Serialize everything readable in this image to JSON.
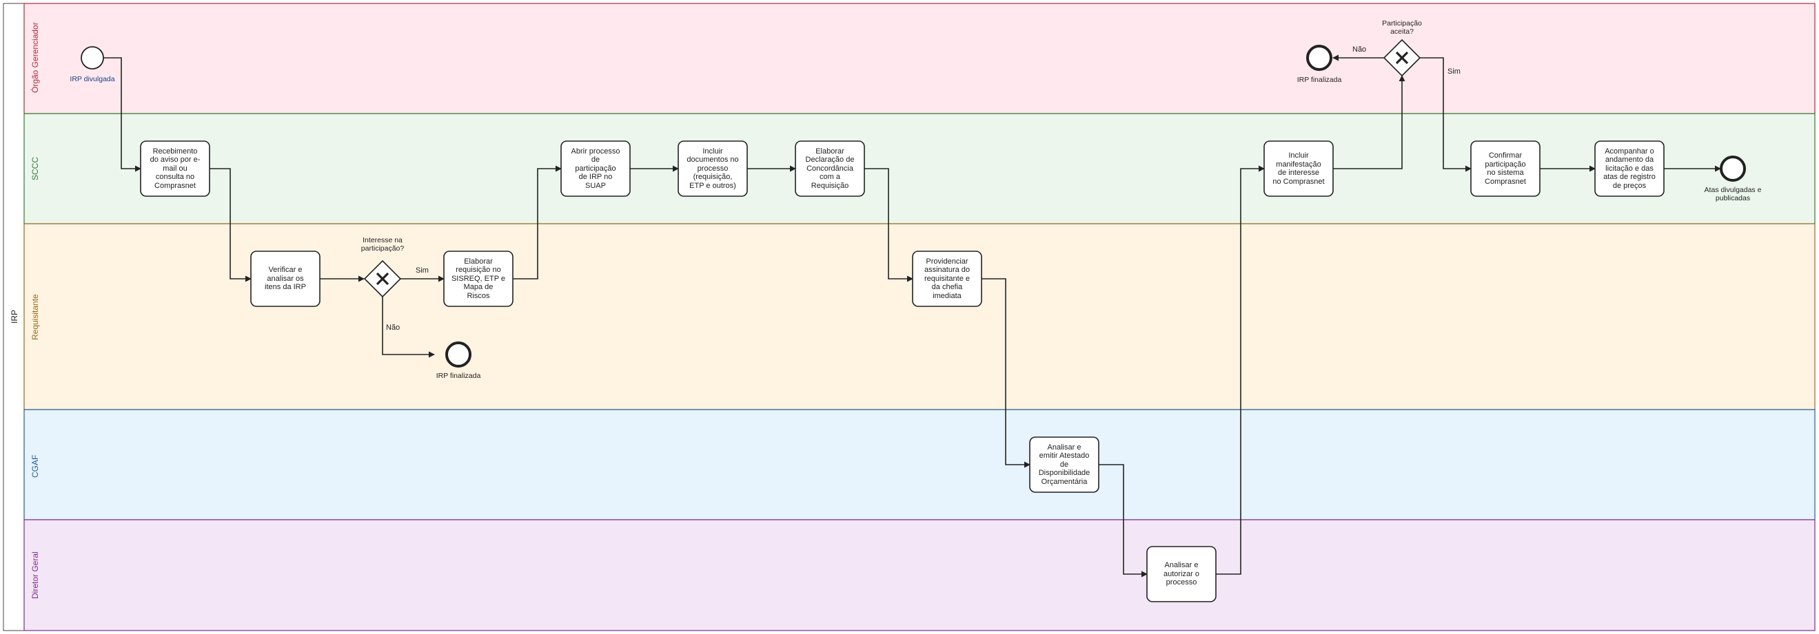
{
  "pool": {
    "name": "IRP"
  },
  "lanes": {
    "orgao": "Órgão Gerenciador",
    "sccc": "SCCC",
    "requisitante": "Requisitante",
    "cgaf": "CGAF",
    "diretor": "Diretor Geral"
  },
  "colors": {
    "orgao": "#ffe9ee",
    "orgao_text": "#b02a3c",
    "sccc": "#ecf6ec",
    "sccc_text": "#2e7d32",
    "requisitante": "#fff3e2",
    "requisitante_text": "#9a6a1e",
    "cgaf": "#e7f3fd",
    "cgaf_text": "#1f5e95",
    "diretor": "#f3e6f6",
    "diretor_text": "#7b2d8e"
  },
  "events": {
    "start": "IRP divulgada",
    "end_orgao": "IRP finalizada",
    "end_requisitante": "IRP finalizada",
    "end_final": "Atas divulgadas e\npublicadas"
  },
  "gateways": {
    "interesse": "Interesse na\nparticipação?",
    "participacao": "Participação\naceita?"
  },
  "flows": {
    "sim1": "Sim",
    "nao1": "Não",
    "sim2": "Sim",
    "nao2": "Não"
  },
  "tasks": {
    "t1": "Recebimento\ndo aviso por e-\nmail ou\nconsulta no\nComprasnet",
    "t2": "Verificar e\nanalisar os\nitens da IRP",
    "t3": "Elaborar\nrequisição no\nSISREQ, ETP e\nMapa de\nRiscos",
    "t4": "Abrir processo\nde\nparticipação\nde IRP no\nSUAP",
    "t5": "Incluir\ndocumentos no\nprocesso\n(requisição,\nETP e outros)",
    "t6": "Elaborar\nDeclaração de\nConcordância\ncom a\nRequisição",
    "t7": "Providenciar\nassinatura do\nrequisitante e\nda chefia\nimediata",
    "t8": "Analisar e\nemitir Atestado\nde\nDisponibilidade\nOrçamentária",
    "t9": "Analisar e\nautorizar o\nprocesso",
    "t10": "Incluir\nmanifestação\nde interesse\nno Comprasnet",
    "t11": "Confirmar\nparticipação\nno sistema\nComprasnet",
    "t12": "Acompanhar o\nandamento da\nlicitação e das\natas de registro\nde preços"
  }
}
